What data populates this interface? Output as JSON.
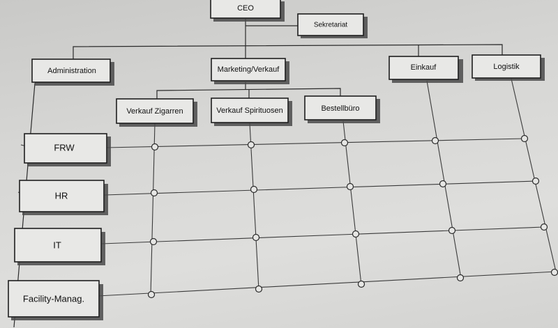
{
  "org_chart": {
    "ceo": "CEO",
    "secretariat": "Sekretariat",
    "departments": [
      "Administration",
      "Marketing/Verkauf",
      "Einkauf",
      "Logistik"
    ],
    "sales_units": [
      "Verkauf Zigarren",
      "Verkauf Spirituosen",
      "Bestellbüro"
    ],
    "functions": [
      "FRW",
      "HR",
      "IT",
      "Facility-Manag."
    ]
  },
  "colors": {
    "paper": "#dcdcda",
    "box_fill": "#e8e8e6",
    "line": "#2a2a2a"
  }
}
